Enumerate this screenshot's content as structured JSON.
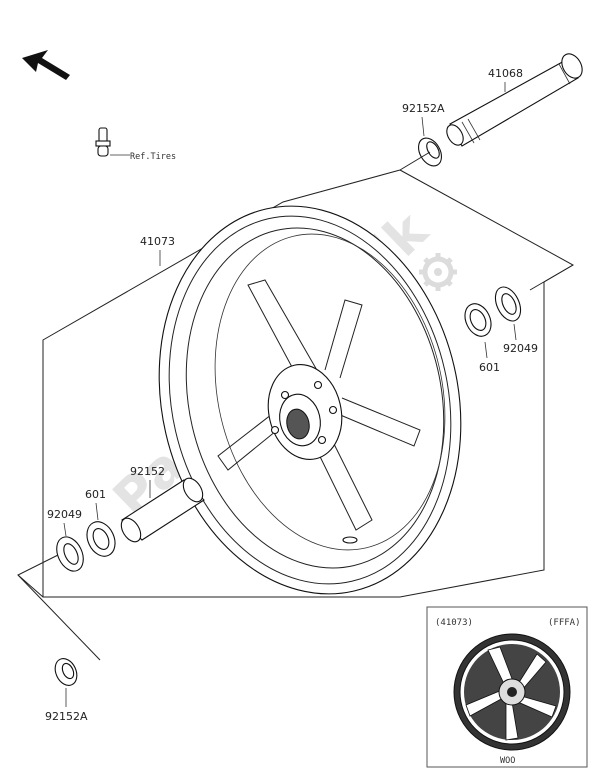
{
  "watermark": "PartsRepublik",
  "labels": {
    "axle": "41068",
    "collar_top": "92152A",
    "valve_ref": "Ref.Tires",
    "wheel": "41073",
    "seal_right": "92049",
    "bearing_right": "601",
    "spacer": "92152",
    "bearing_left": "601",
    "seal_left": "92049",
    "collar_bottom": "92152A"
  },
  "inset": {
    "part_ref": "(41073)",
    "color_code": "(FFFA)",
    "footer": "WOO"
  },
  "icons": [
    "direction-arrow-icon",
    "valve-stem-icon",
    "gear-logo-icon"
  ]
}
